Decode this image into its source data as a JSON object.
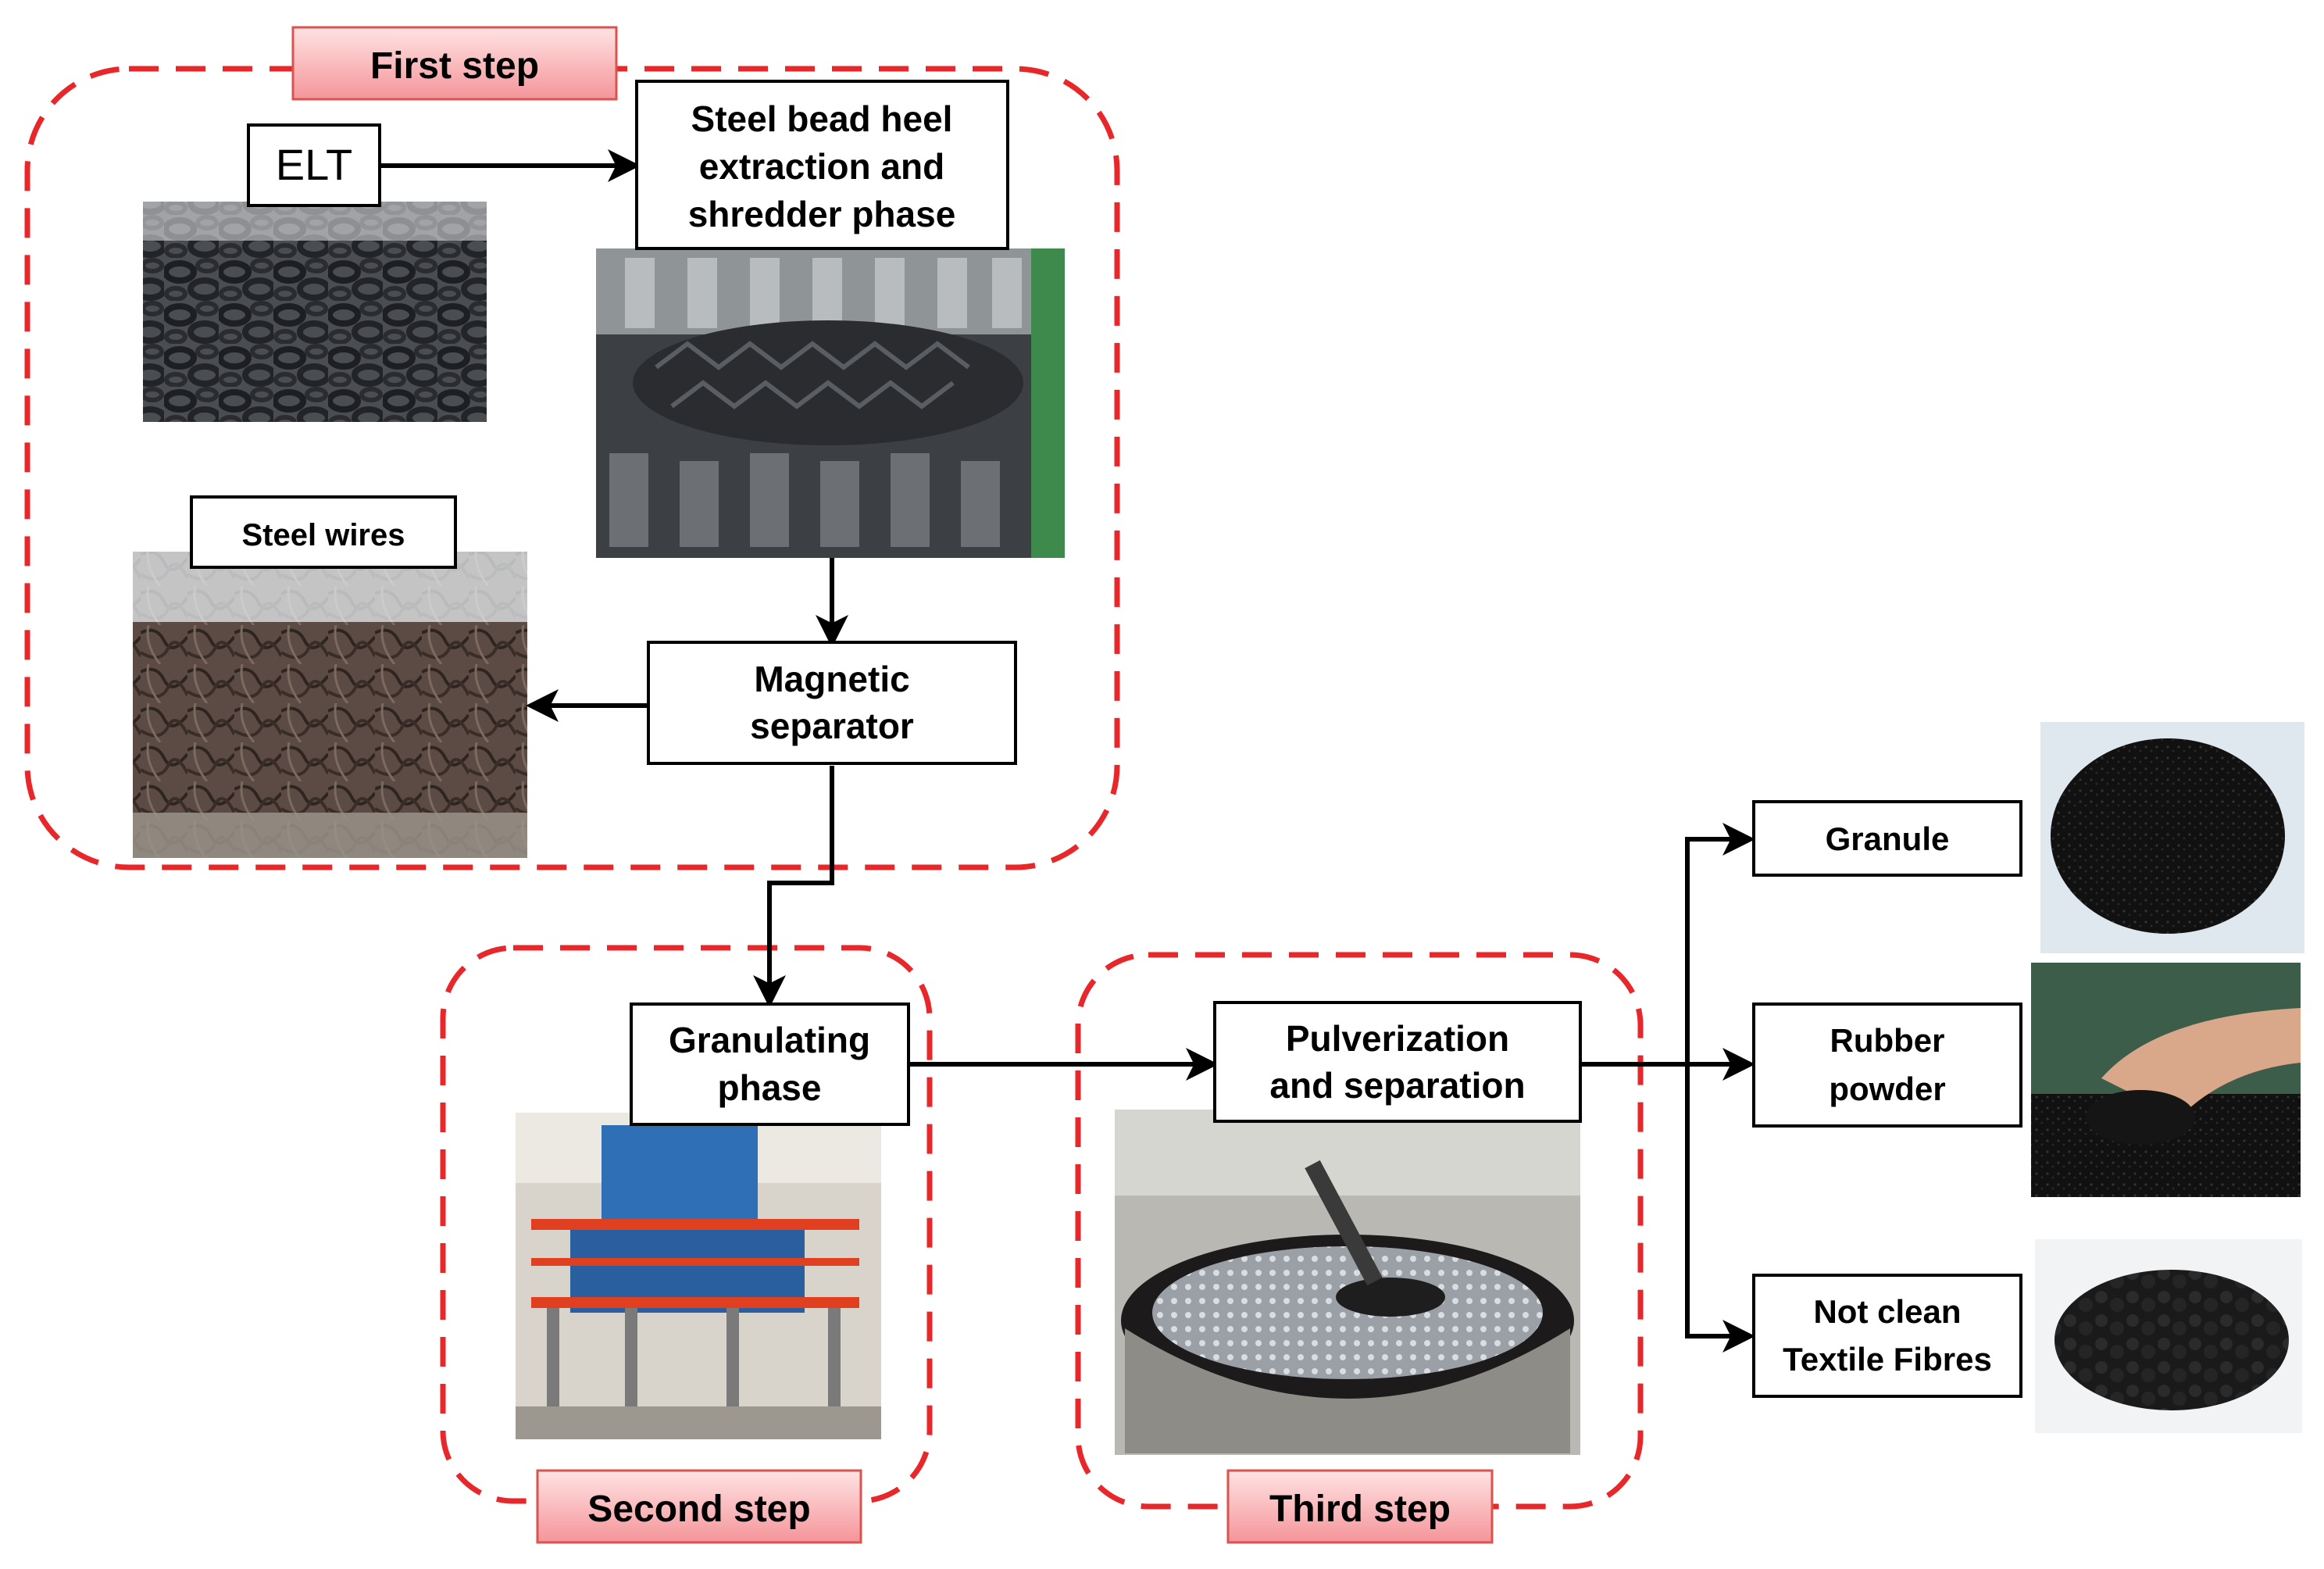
{
  "steps": {
    "first": "First step",
    "second": "Second step",
    "third": "Third step"
  },
  "boxes": {
    "elt": "ELT",
    "shredder": [
      "Steel bead heel",
      "extraction and",
      "shredder phase"
    ],
    "steel_wires": "Steel wires",
    "magnetic": [
      "Magnetic",
      "separator"
    ],
    "granulating": [
      "Granulating",
      "phase"
    ],
    "pulverization": [
      "Pulverization",
      "and separation"
    ],
    "granule": "Granule",
    "rubber_powder": [
      "Rubber",
      "powder"
    ],
    "textile": [
      "Not clean",
      "Textile Fibres"
    ]
  },
  "colors": {
    "dashed_border": "#e8272a",
    "step_fill_top": "#ffe3e3",
    "step_fill_bottom": "#f59a9a",
    "step_border": "#d9534f",
    "box_border": "#000000",
    "arrow": "#000000"
  }
}
